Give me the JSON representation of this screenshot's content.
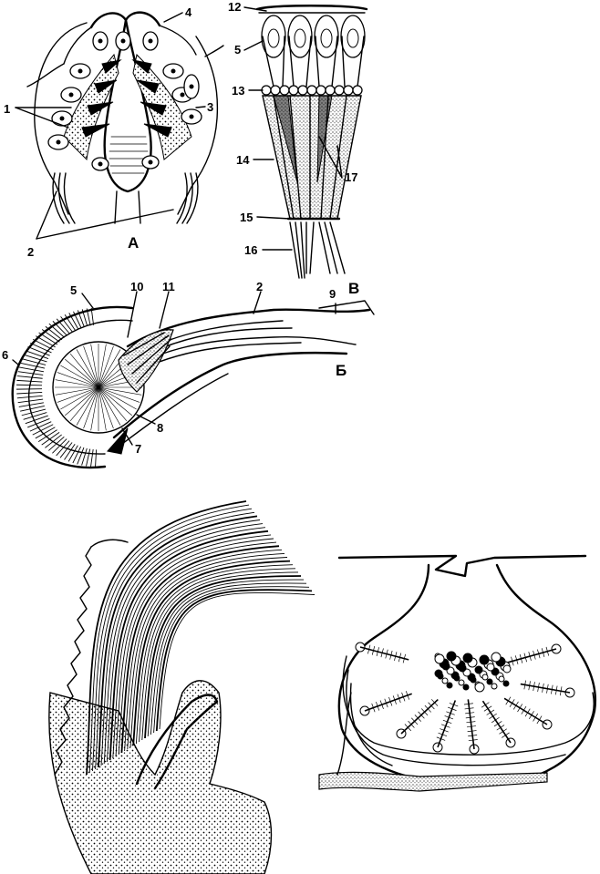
{
  "panel_a": {
    "letter": "А",
    "labels": {
      "l1": "1",
      "l2": "2",
      "l3": "3",
      "l4": "4"
    }
  },
  "panel_v": {
    "letter": "В",
    "labels": {
      "l12": "12",
      "l5": "5",
      "l13": "13",
      "l14": "14",
      "l17": "17",
      "l15": "15",
      "l16": "16"
    }
  },
  "panel_b": {
    "letter": "Б",
    "labels": {
      "l5": "5",
      "l10": "10",
      "l11": "11",
      "l2": "2",
      "l9": "9",
      "l6": "6",
      "l8": "8",
      "l7": "7"
    }
  },
  "colors": {
    "ink": "#000000",
    "paper": "#ffffff",
    "stipple": "#888888"
  }
}
